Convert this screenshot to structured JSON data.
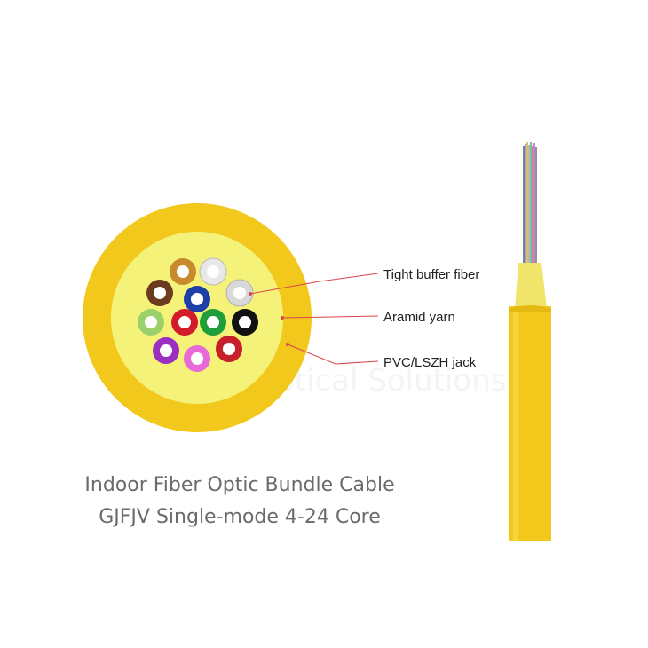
{
  "labels": {
    "tight_buffer": "Tight buffer fiber",
    "aramid": "Aramid yarn",
    "jacket": "PVC/LSZH jack"
  },
  "caption": {
    "line1": "Indoor Fiber Optic Bundle Cable",
    "line2": "GJFJV Single-mode 4-24 Core"
  },
  "fiber_colors": [
    "#c98a2e",
    "#e8e8e8",
    "#6a3b1f",
    "#1f3fa8",
    "#d8d8d8",
    "#9bd16a",
    "#d41b2b",
    "#1f9e3a",
    "#111111",
    "#9b2fc2",
    "#e86ad8",
    "#c8202a"
  ],
  "colors": {
    "jacket": "#f2c81c",
    "aramid": "#f5f27a",
    "leader_line": "#d9474b",
    "caption": "#6b6b6b"
  },
  "watermark": "Fiber Optical Solutions"
}
